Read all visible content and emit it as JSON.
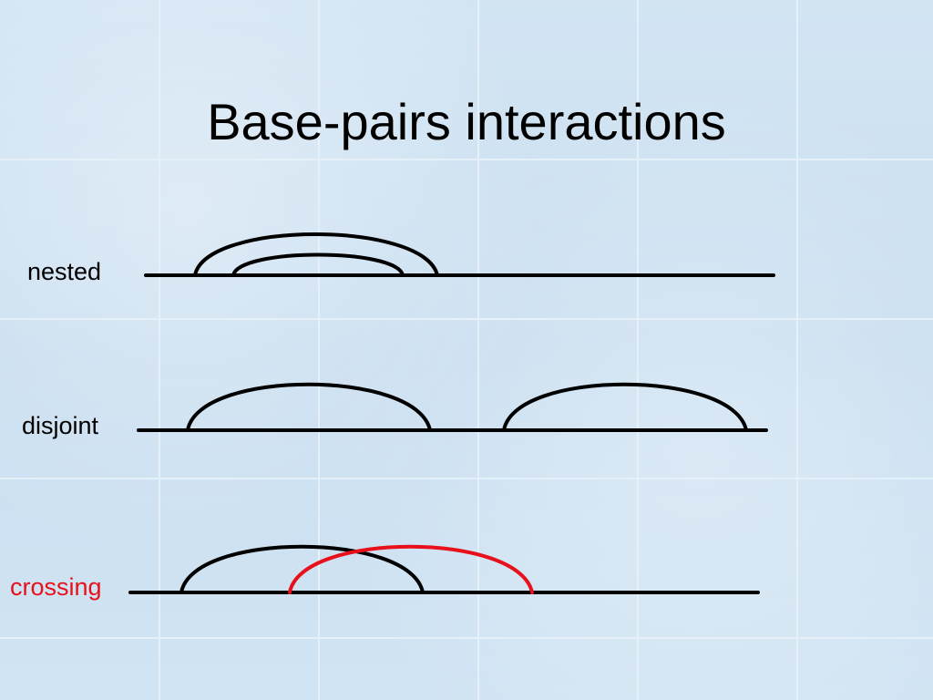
{
  "title": "Base-pairs interactions",
  "rows": [
    {
      "label": "nested",
      "label_color": "#000000"
    },
    {
      "label": "disjoint",
      "label_color": "#000000"
    },
    {
      "label": "crossing",
      "label_color": "#e8101a"
    }
  ],
  "colors": {
    "strand": "#000000",
    "arc_default": "#000000",
    "arc_crossing_highlight": "#e8101a"
  }
}
